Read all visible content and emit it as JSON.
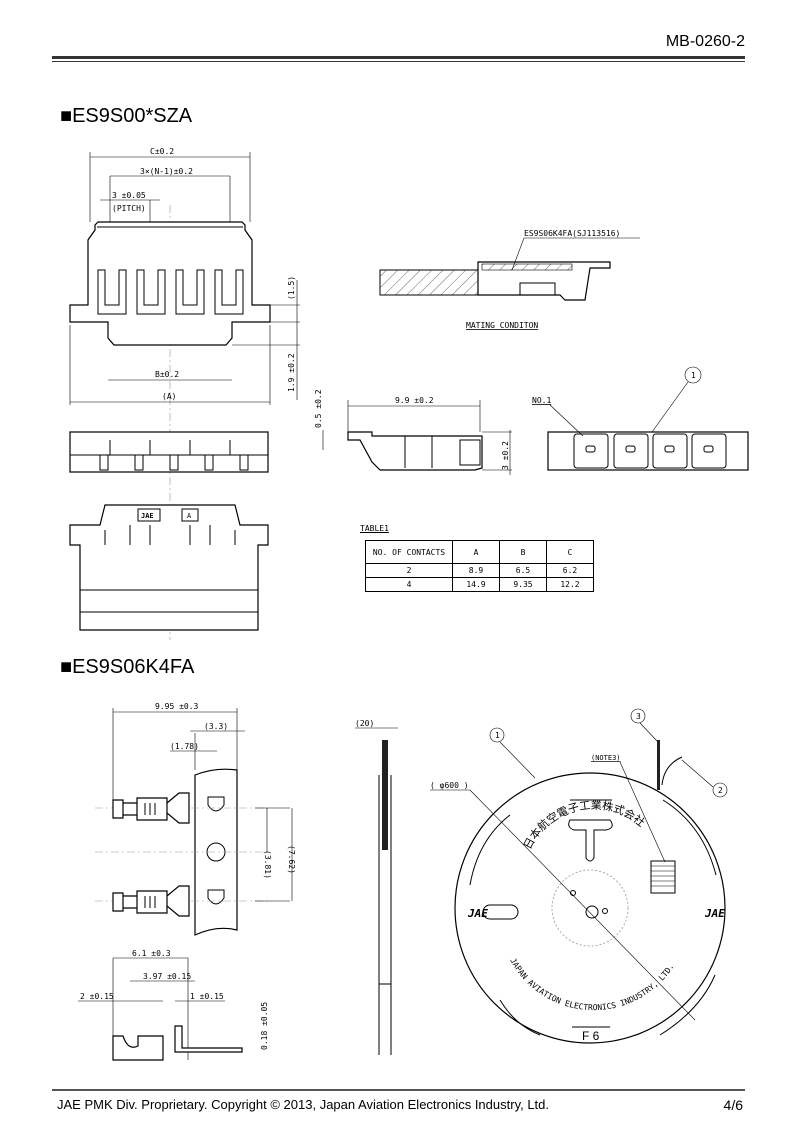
{
  "header": {
    "doc_number": "MB-0260-2"
  },
  "section1": {
    "title": "■ES9S00*SZA",
    "dims": {
      "c": "C±0.2",
      "pitch_total": "3×(N-1)±0.2",
      "pitch": "3 ±0.05",
      "pitch_label": "(PITCH)",
      "h15": "(1.5)",
      "h19": "1.9 ±0.2",
      "b": "B±0.2",
      "a": "(A)",
      "side_len": "9.9 ±0.2",
      "side_top": "0.5 ±0.2",
      "side_h": "3 ±0.2",
      "no1": "NO.1",
      "callout1": "1",
      "jae_mark": "JAE",
      "a_mark": "A"
    },
    "mating": {
      "part": "ES9S06K4FA(SJ113516)",
      "label": "MATING CONDITON"
    },
    "table": {
      "label": "TABLE1",
      "headers": [
        "NO. OF CONTACTS",
        "A",
        "B",
        "C"
      ],
      "rows": [
        [
          "2",
          "8.9",
          "6.5",
          "6.2"
        ],
        [
          "4",
          "14.9",
          "9.35",
          "12.2"
        ]
      ]
    }
  },
  "section2": {
    "title": "■ES9S06K4FA",
    "dims": {
      "len": "9.95 ±0.3",
      "d33": "(3.3)",
      "d178": "(1.78)",
      "d381": "(3.81)",
      "d762": "(7.62)",
      "d61": "6.1 ±0.3",
      "d397": "3.97 ±0.15",
      "d2": "2 ±0.15",
      "d1": "1 ±0.15",
      "d018": "0.18 ±0.05",
      "d20": "(20)"
    },
    "reel": {
      "dia": "( φ600 )",
      "note": "(NOTE3)",
      "c1": "1",
      "c2": "2",
      "c3": "3",
      "jp_text": "日本航空電子工業株式会社",
      "en_text": "JAPAN AVIATION ELECTRONICS INDUSTRY, LTD.",
      "code": "F 6"
    }
  },
  "footer": {
    "text": "JAE PMK Div. Proprietary. Copyright ©  2013, Japan Aviation Electronics Industry, Ltd.",
    "page": "4/6"
  }
}
